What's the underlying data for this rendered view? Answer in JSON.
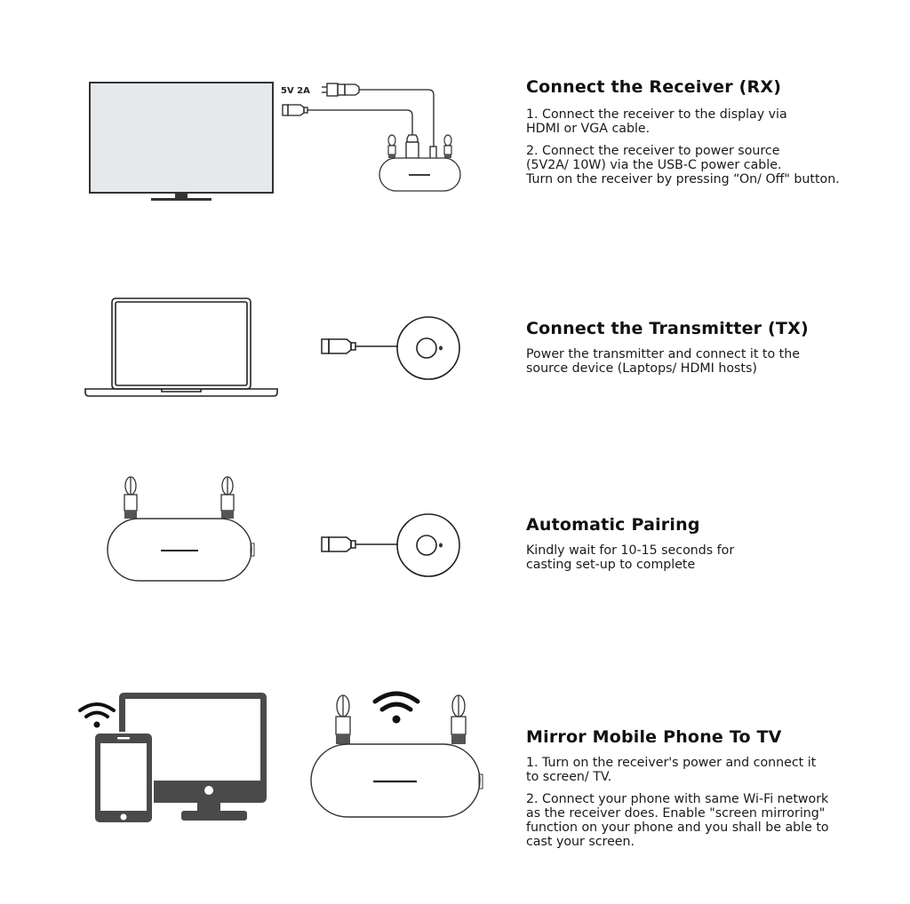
{
  "steps": [
    {
      "title": "Connect the Receiver (RX)",
      "paragraphs": [
        "1. Connect the receiver to the display via\nHDMI or VGA cable.",
        "2.  Connect the receiver to power source\n(5V2A/ 10W) via the USB-C power cable.\nTurn on the receiver by pressing “On/ Off\" button."
      ],
      "illustration": {
        "power_label": "5V 2A",
        "icons": [
          "tv-icon",
          "power-adapter-icon",
          "usb-cable-icon",
          "hdmi-cable-icon",
          "receiver-icon"
        ]
      }
    },
    {
      "title": "Connect the Transmitter (TX)",
      "paragraphs": [
        "Power the transmitter and connect it to the\nsource device (Laptops/ HDMI hosts)"
      ],
      "illustration": {
        "icons": [
          "laptop-icon",
          "hdmi-plug-icon",
          "transmitter-icon"
        ]
      }
    },
    {
      "title": "Automatic Pairing",
      "paragraphs": [
        "Kindly wait for 10-15 seconds for\ncasting set-up to complete"
      ],
      "illustration": {
        "icons": [
          "receiver-icon",
          "hdmi-plug-icon",
          "transmitter-icon"
        ]
      }
    },
    {
      "title": "Mirror Mobile Phone To TV",
      "paragraphs": [
        "1. Turn on the receiver's power and connect it\nto screen/ TV.",
        "2. Connect your phone with same Wi-Fi network\nas the receiver does. Enable \"screen mirroring\"\nfunction on your phone and you shall be able to\ncast your screen."
      ],
      "illustration": {
        "icons": [
          "wifi-icon",
          "phone-icon",
          "monitor-icon",
          "receiver-icon",
          "wifi-icon"
        ]
      }
    }
  ],
  "colors": {
    "line": "#222222",
    "screen_fill": "#e8ebee",
    "icon_dark": "#4a4a4a",
    "text": "#111111"
  }
}
